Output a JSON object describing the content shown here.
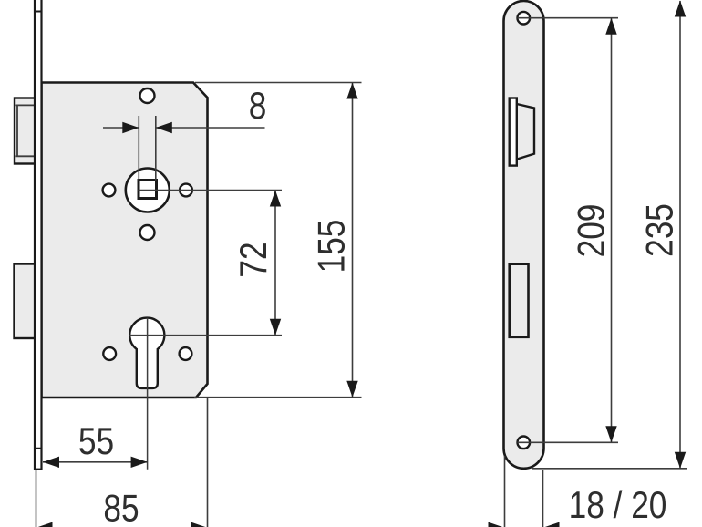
{
  "title": "Mortise lock dimensioned technical drawing",
  "drawing": {
    "views": [
      {
        "id": "lock-case-side-view",
        "description": "lock case with faceplate edge, latchbolt, deadbolt, follower and euro cylinder hole"
      },
      {
        "id": "faceplate-front-view",
        "description": "rounded faceplate with latch head, bolt opening and two screw holes"
      }
    ]
  },
  "dimensions": {
    "spindle_square": {
      "value": "8"
    },
    "spindle_to_cylinder": {
      "value": "72"
    },
    "case_height": {
      "value": "155"
    },
    "backset": {
      "value": "55"
    },
    "case_depth": {
      "value": "85"
    },
    "screw_hole_spacing": {
      "value": "209"
    },
    "faceplate_length": {
      "value": "235"
    },
    "faceplate_width": {
      "value": "18 / 20"
    }
  },
  "colors": {
    "bg": "#ffffff",
    "metal": "#ebebeb",
    "hole": "#ffffff",
    "line_strong": "#1a1a1a",
    "line_thin": "#3d3d3d",
    "text": "#2e2e2e"
  }
}
